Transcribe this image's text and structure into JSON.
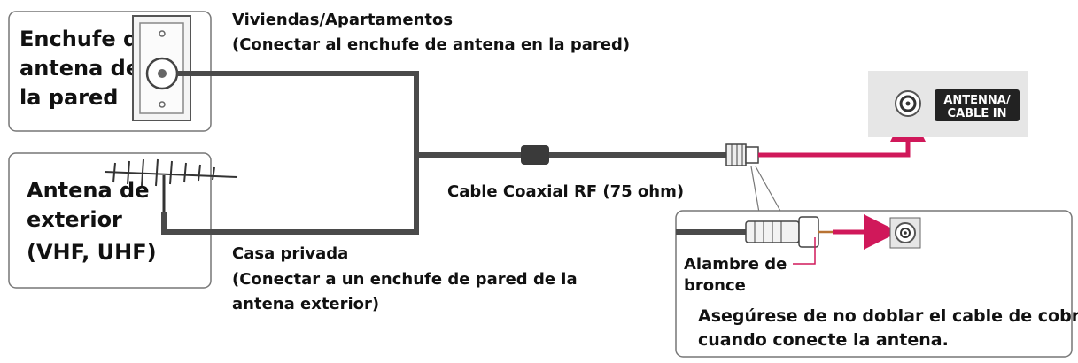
{
  "wall_outlet": {
    "label_lines": [
      "Enchufe de",
      "antena de",
      "la pared"
    ]
  },
  "outdoor_antenna": {
    "label_lines": [
      "Antena de",
      "exterior",
      "(VHF, UHF)"
    ]
  },
  "apartments": {
    "title": "Viviendas/Apartamentos",
    "subtitle": "(Conectar al enchufe de antena en la pared)"
  },
  "private_house": {
    "lines": [
      "Casa privada",
      "(Conectar a un enchufe de pared de la",
      "antena exterior)"
    ]
  },
  "cable": {
    "label": "Cable Coaxial RF (75 ohm)"
  },
  "tv_port": {
    "label_lines": [
      "ANTENNA/",
      "CABLE IN"
    ]
  },
  "detail": {
    "wire_label_lines": [
      "Alambre de",
      "bronce"
    ],
    "note_lines": [
      "Asegúrese de no doblar el cable de cobre",
      "cuando conecte la antena."
    ]
  },
  "colors": {
    "cable": "#4a4a4a",
    "connector_red": "#d0185a",
    "panel_gray": "#e6e6e6",
    "badge_dark": "#222222"
  },
  "icons": [
    "wall-socket-icon",
    "antenna-icon",
    "coax-plug-icon",
    "coax-port-icon",
    "arrow-icon"
  ]
}
